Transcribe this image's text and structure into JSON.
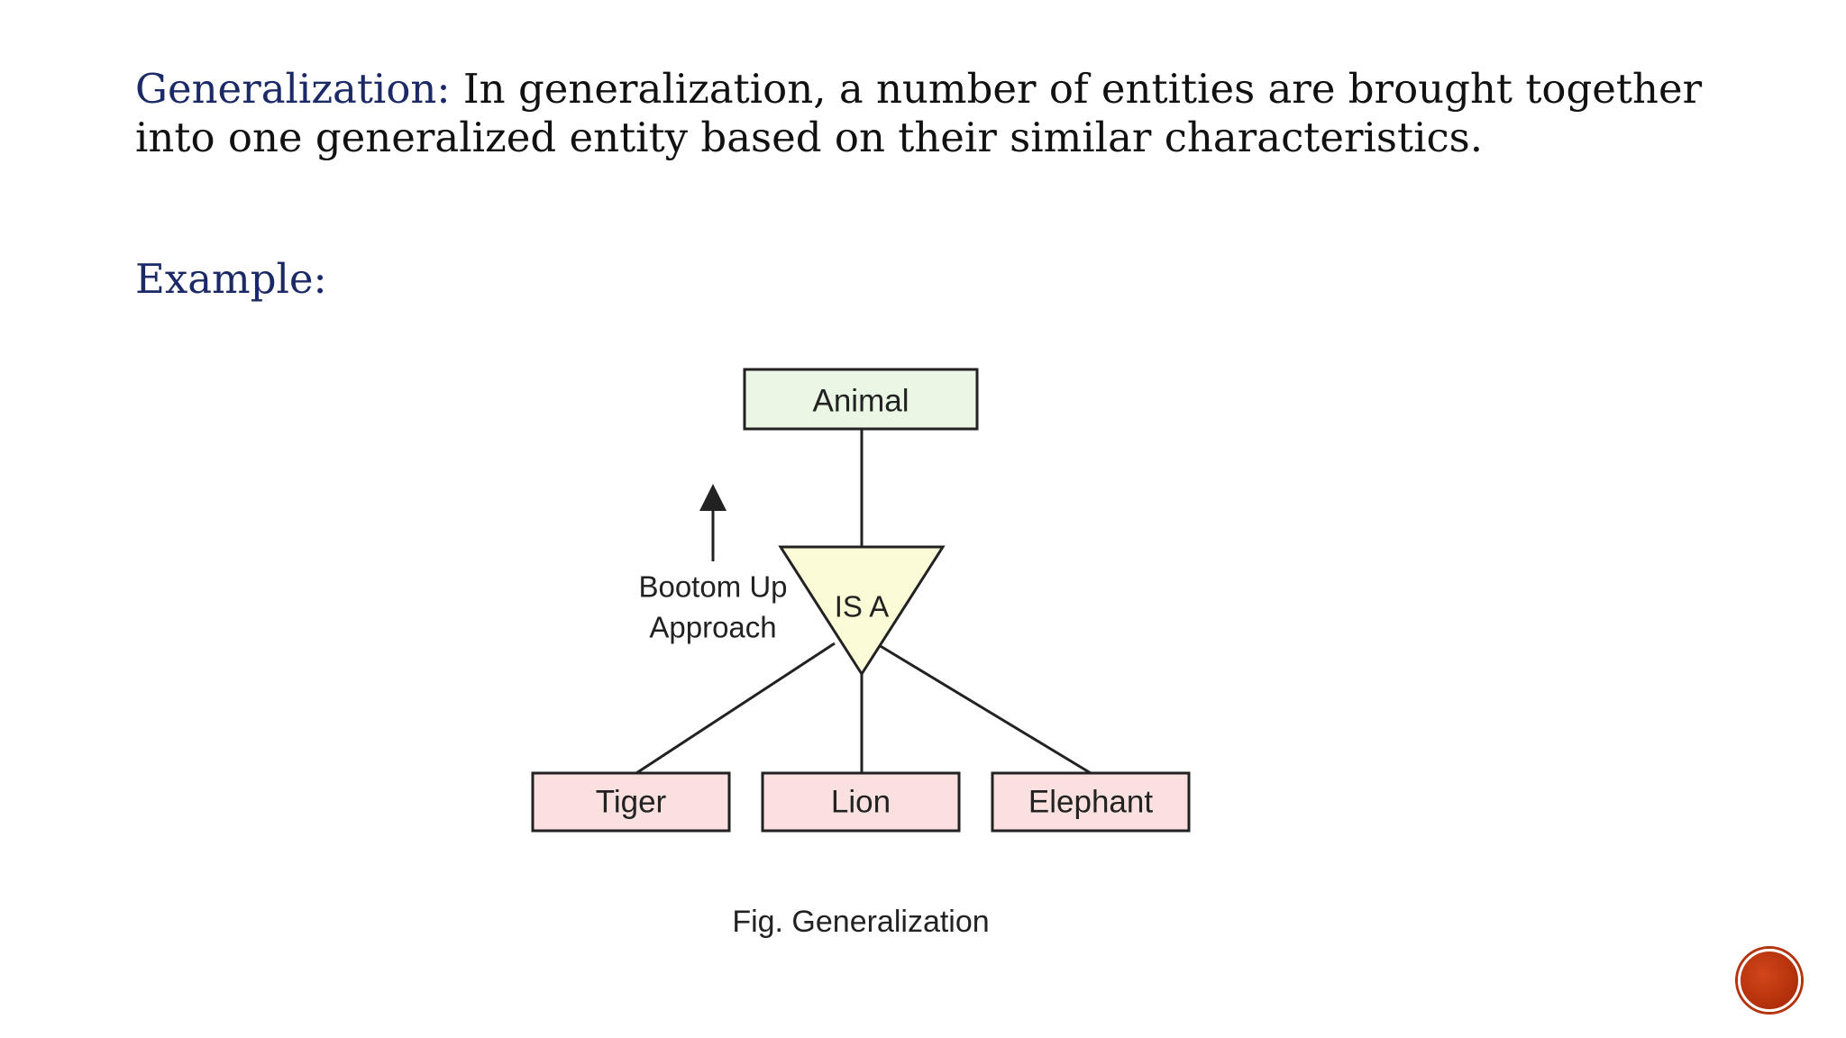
{
  "slide": {
    "heading_term": "Generalization:",
    "heading_text": " In generalization, a number of entities are brought together into one generalized entity based on their similar characteristics.",
    "example_label": "Example:"
  },
  "diagram": {
    "parent_entity": "Animal",
    "relationship_label": "IS A",
    "direction_label_line1": "Bootom Up",
    "direction_label_line2": "Approach",
    "child_entities": [
      "Tiger",
      "Lion",
      "Elephant"
    ],
    "caption": "Fig. Generalization",
    "colors": {
      "parent_fill": "#e9f7e4",
      "child_fill": "#fbe0e0",
      "relationship_fill": "#fcfbd8",
      "stroke": "#222222",
      "heading_accent": "#1b2a66",
      "badge": "#c23a12"
    }
  }
}
